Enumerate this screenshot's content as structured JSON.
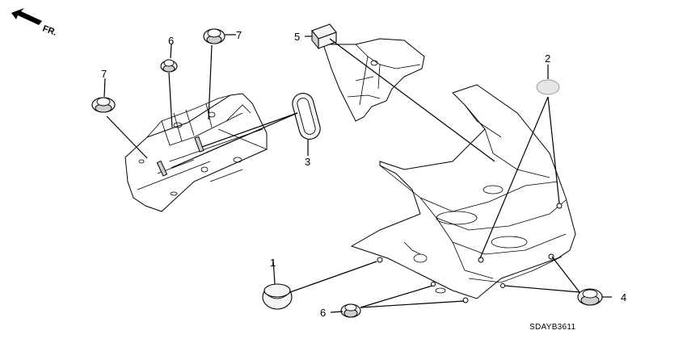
{
  "diagram": {
    "direction_label": "FR.",
    "drawing_code": "SDAYB3611",
    "callouts": [
      {
        "id": "c1",
        "label": "1"
      },
      {
        "id": "c2",
        "label": "2"
      },
      {
        "id": "c3",
        "label": "3"
      },
      {
        "id": "c4",
        "label": "4"
      },
      {
        "id": "c5",
        "label": "5"
      },
      {
        "id": "c6a",
        "label": "6"
      },
      {
        "id": "c6b",
        "label": "6"
      },
      {
        "id": "c7a",
        "label": "7"
      },
      {
        "id": "c7b",
        "label": "7"
      }
    ]
  },
  "icons": {
    "direction": "front-direction-arrow-icon"
  }
}
